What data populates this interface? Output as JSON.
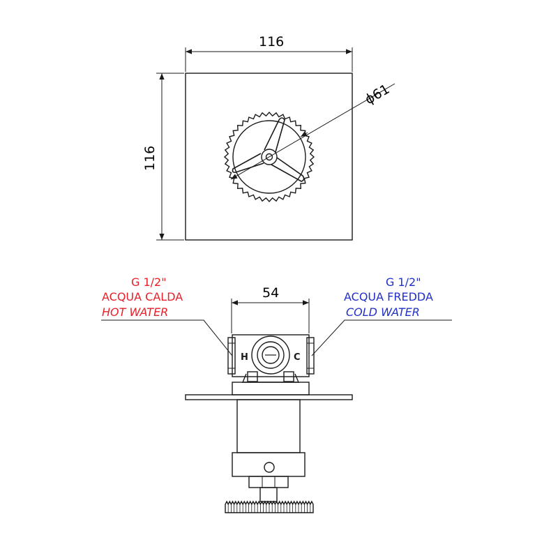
{
  "dimensions": {
    "plate_width": "116",
    "plate_height": "116",
    "knob_diameter": "ϕ61",
    "body_width": "54"
  },
  "hot_inlet": {
    "thread": "G 1/2\"",
    "label_it": "ACQUA CALDA",
    "label_en": "HOT WATER",
    "marker": "H"
  },
  "cold_inlet": {
    "thread": "G 1/2\"",
    "label_it": "ACQUA FREDDA",
    "label_en": "COLD WATER",
    "marker": "C"
  },
  "colors": {
    "hot": "#e8202a",
    "cold": "#2030c8",
    "line": "#1a1a1a"
  }
}
